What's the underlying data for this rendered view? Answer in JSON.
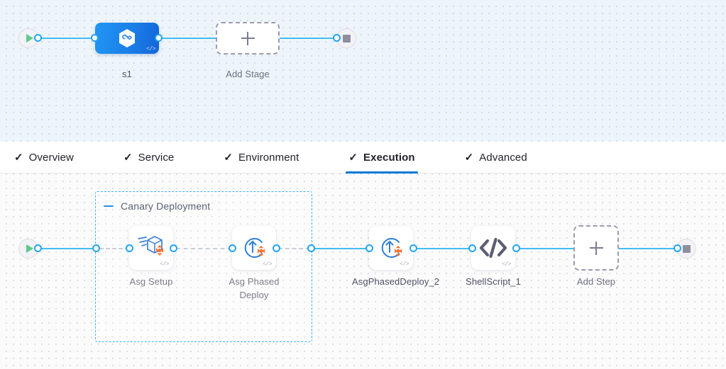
{
  "stage_canvas": {
    "name": "pipeline-stage-canvas",
    "start_node": {
      "icon": "play-icon",
      "title": "Start"
    },
    "end_node": {
      "icon": "stop-icon",
      "title": "End"
    },
    "stage": {
      "label": "s1",
      "icon": "infinity-hexagon-icon",
      "code_badge": "</>"
    },
    "add_stage": {
      "label": "Add Stage",
      "icon": "plus-icon"
    }
  },
  "tabs": {
    "check_glyph": "✓",
    "items": [
      {
        "label": "Overview",
        "active": false
      },
      {
        "label": "Service",
        "active": false
      },
      {
        "label": "Environment",
        "active": false
      },
      {
        "label": "Execution",
        "active": true
      },
      {
        "label": "Advanced",
        "active": false
      }
    ],
    "active_underline_color": "#0278d5"
  },
  "execution_canvas": {
    "name": "execution-steps-canvas",
    "start_node": {
      "icon": "play-icon",
      "title": "Start"
    },
    "end_node": {
      "icon": "stop-icon",
      "title": "End"
    },
    "group": {
      "title": "Canary Deployment",
      "collapse_icon": "minus-icon",
      "border_color": "#44b4f0"
    },
    "steps": [
      {
        "label": "Asg Setup",
        "icon": "asg-setup-icon",
        "code_badge": "</>",
        "in_group": true
      },
      {
        "label": "Asg Phased Deploy",
        "icon": "asg-phased-deploy-icon",
        "code_badge": "</>",
        "in_group": true
      },
      {
        "label": "AsgPhasedDeploy_2",
        "icon": "asg-phased-deploy-icon",
        "code_badge": "</>",
        "in_group": false
      },
      {
        "label": "ShellScript_1",
        "icon": "shell-script-icon",
        "code_badge": "</>",
        "in_group": false
      }
    ],
    "add_step": {
      "label": "Add Step",
      "icon": "plus-icon"
    }
  },
  "colors": {
    "accent_blue": "#0278d5",
    "connector_blue": "#42bdf5",
    "stage_blue": "#1b7fe8",
    "orange": "#f7712f",
    "play_green": "#5fc98a",
    "stop_gray": "#8e8e9e",
    "stage_canvas_bg": "#eef5fa",
    "exec_canvas_bg": "#fbfbfc"
  }
}
